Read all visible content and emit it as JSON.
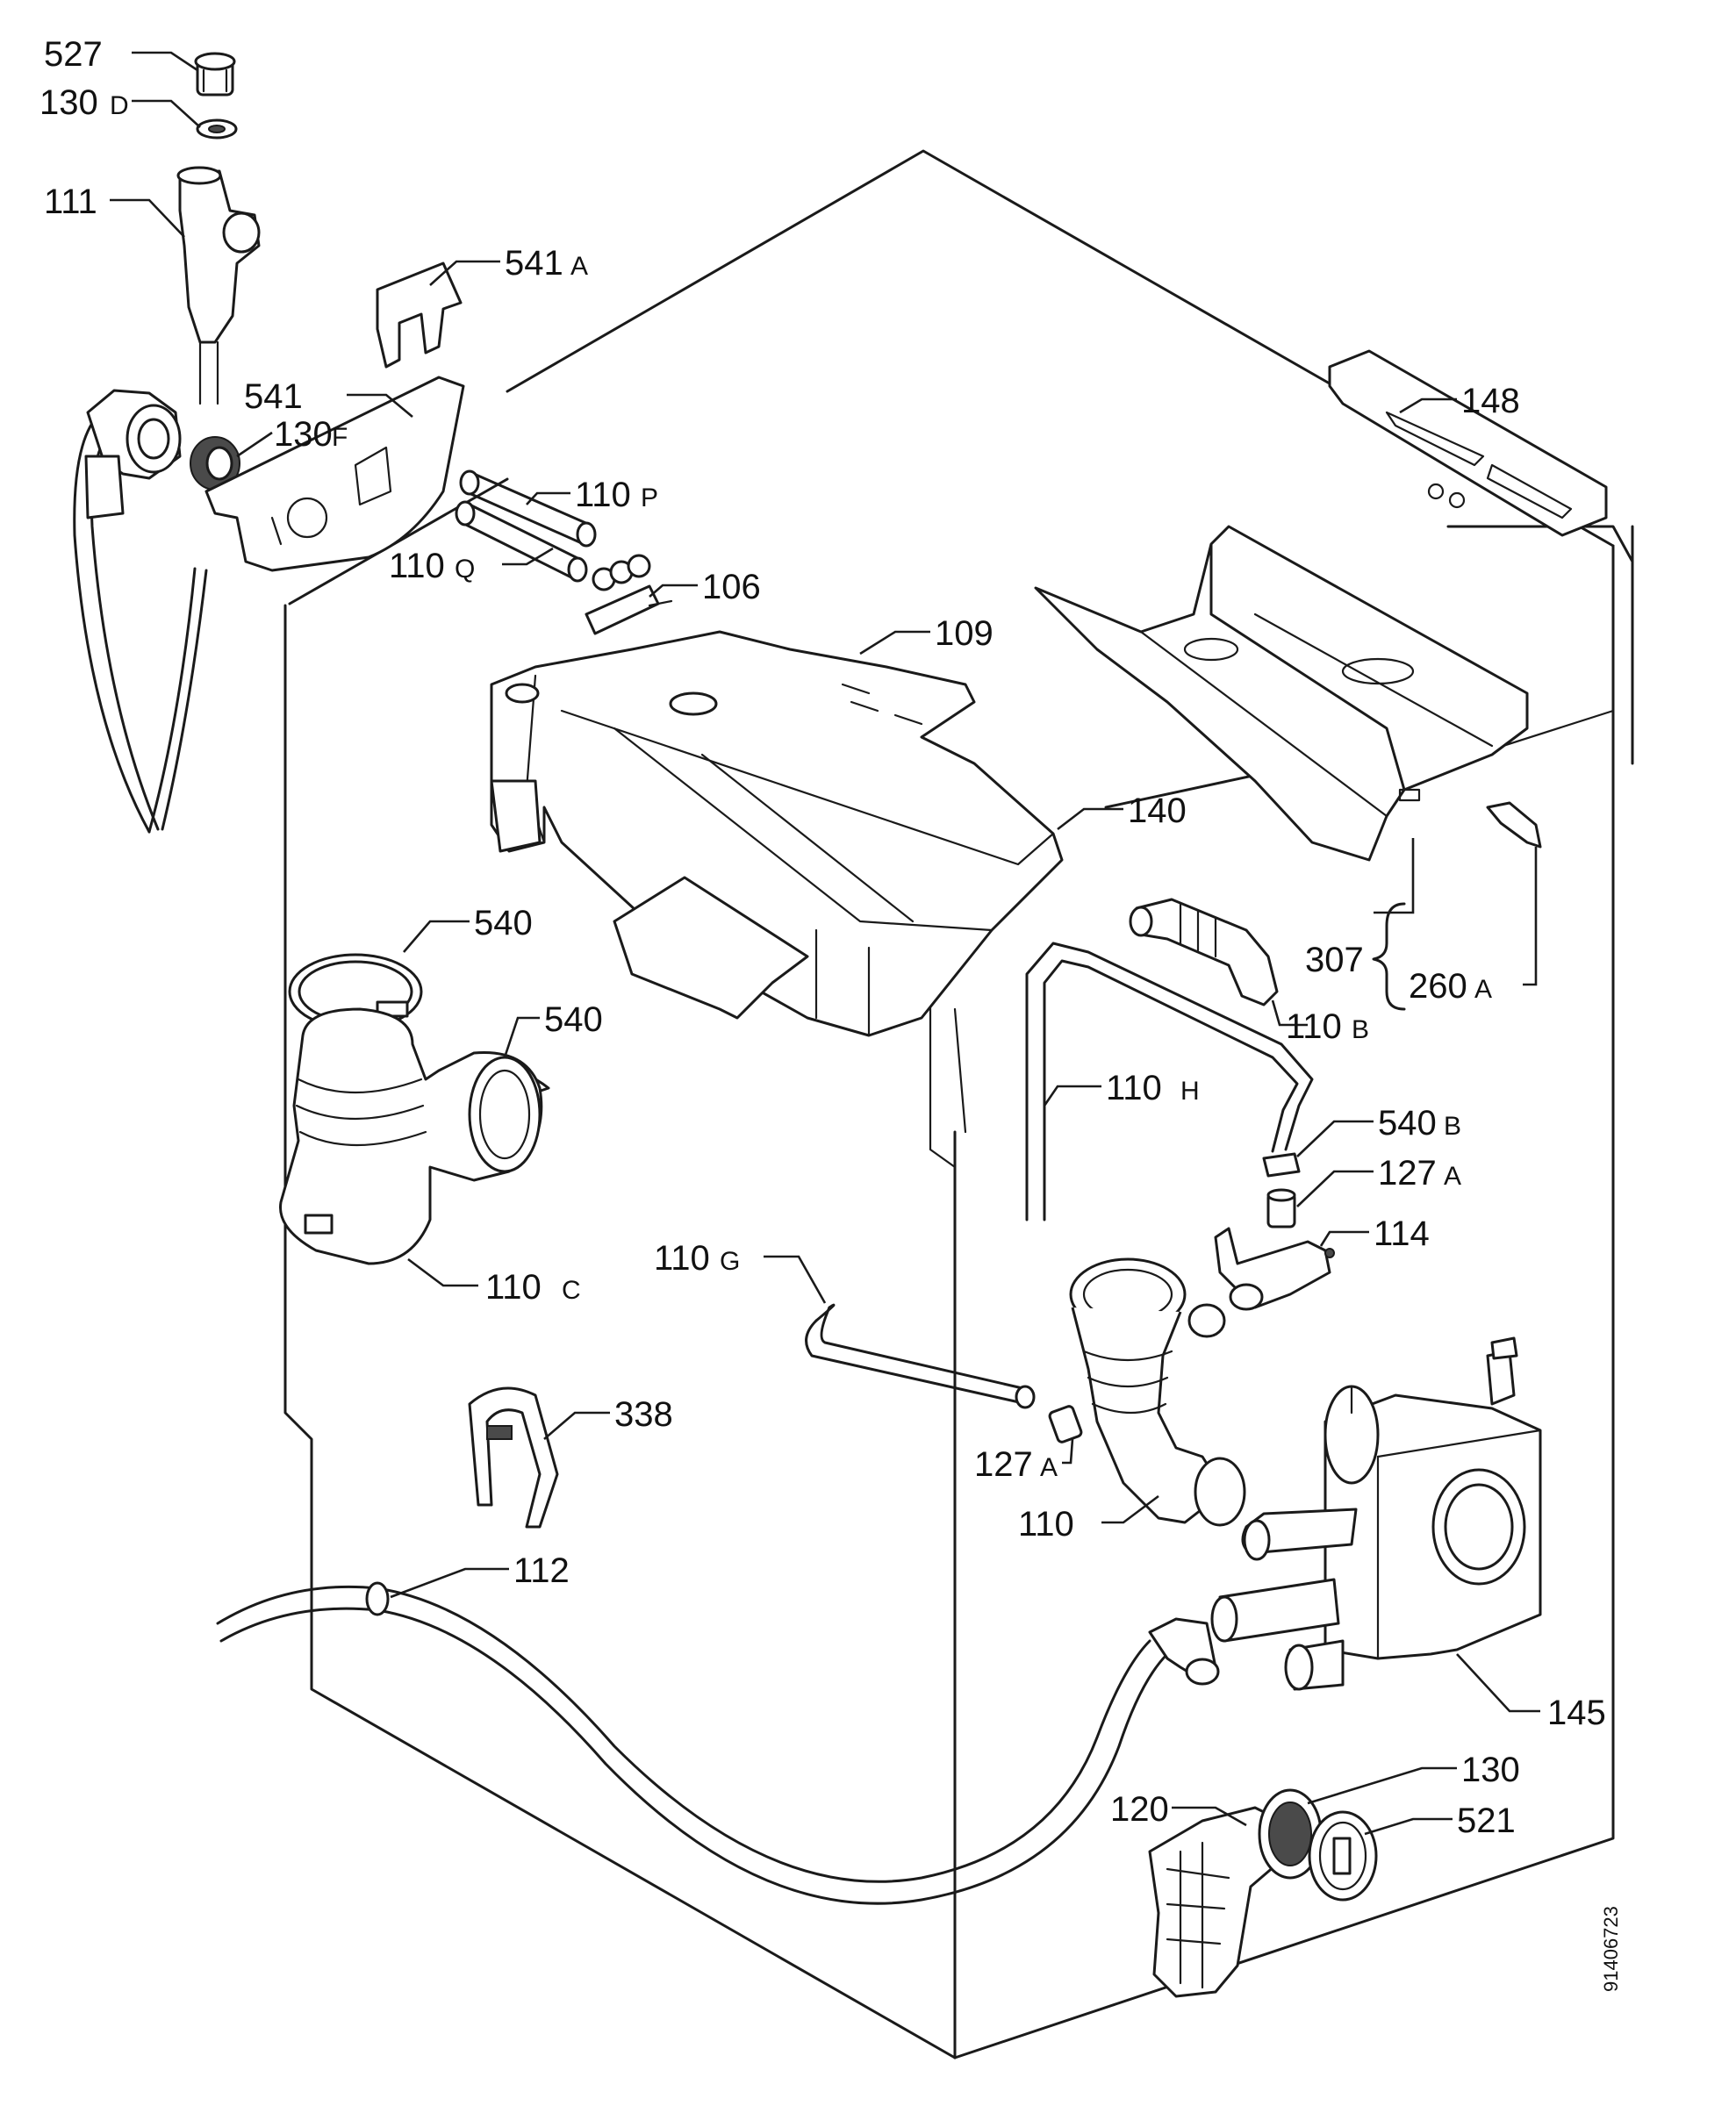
{
  "labels": {
    "p527": "527",
    "p130d": "130",
    "p130d_s": "D",
    "p111": "111",
    "p541a": "541",
    "p541a_s": "A",
    "p541": "541",
    "p130f": "130",
    "p130f_s": "F",
    "p110p": "110",
    "p110p_s": "P",
    "p110q": "110",
    "p110q_s": "Q",
    "p106": "106",
    "p109": "109",
    "p148": "148",
    "p140": "140",
    "p307": "307",
    "p260a": "260",
    "p260a_s": "A",
    "p110b": "110",
    "p110b_s": "B",
    "p540_1": "540",
    "p540_2": "540",
    "p110h": "110",
    "p110h_s": "H",
    "p540b": "540",
    "p540b_s": "B",
    "p127a_1": "127",
    "p127a_1_s": "A",
    "p110c": "110",
    "p110c_s": "C",
    "p114": "114",
    "p110g": "110",
    "p110g_s": "G",
    "p338": "338",
    "p127a_2": "127",
    "p127a_2_s": "A",
    "p110": "110",
    "p112": "112",
    "p145": "145",
    "p130": "130",
    "p120": "120",
    "p521": "521"
  },
  "diagram_code": "91406723"
}
